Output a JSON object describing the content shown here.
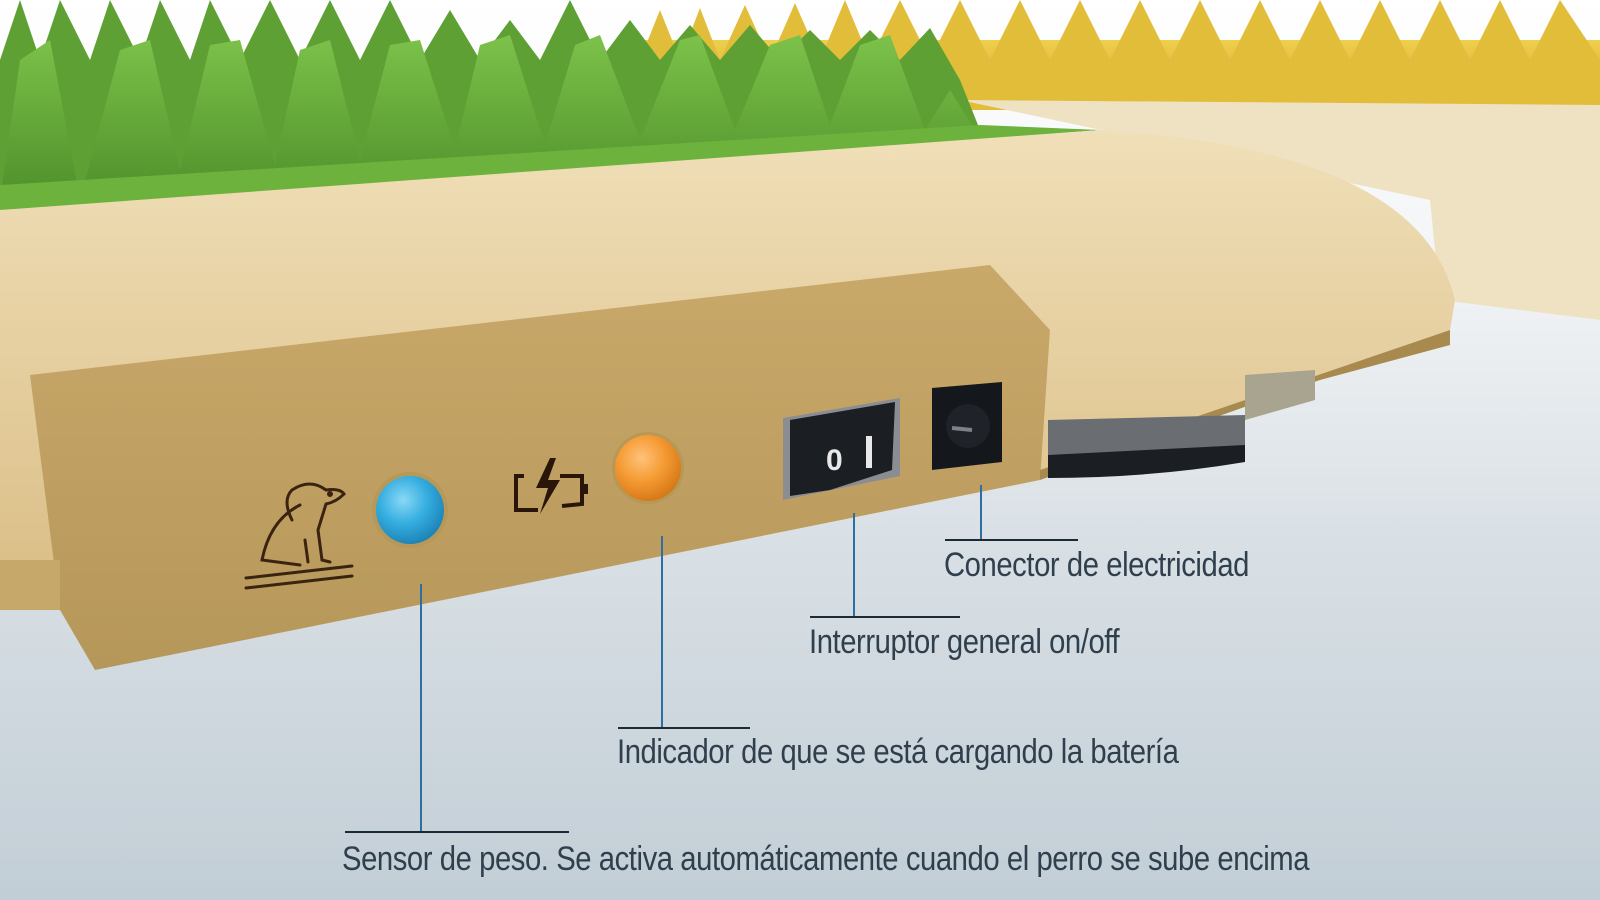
{
  "diagram": {
    "subject": "Alfombra de olfato para perro - panel de control",
    "colors": {
      "mat_green": "#6aae3a",
      "mat_yellow": "#e6c23e",
      "housing": "#d6b879",
      "housing_shadow": "#b89a5c",
      "led_blue": "#2fa9de",
      "led_orange": "#f49a30",
      "switch_black": "#1b1f24",
      "label_text": "#2f3f4d",
      "leader_line": "#2c6fa0"
    },
    "panel": {
      "icons": [
        {
          "name": "dog-on-mat-icon",
          "meaning": "sensor de peso"
        },
        {
          "name": "battery-charging-icon",
          "meaning": "carga de batería"
        }
      ],
      "leds": [
        {
          "name": "weight-sensor-led",
          "color": "blue"
        },
        {
          "name": "charging-led",
          "color": "orange"
        }
      ],
      "switch": {
        "off_symbol": "0",
        "on_symbol": "I"
      },
      "connector": "DC power jack"
    },
    "callouts": [
      {
        "id": "connector",
        "text": "Conector de electricidad"
      },
      {
        "id": "switch",
        "text": "Interruptor general on/off"
      },
      {
        "id": "charging",
        "text": "Indicador de que se está cargando la batería"
      },
      {
        "id": "sensor",
        "text": "Sensor de peso. Se activa automáticamente cuando el perro se sube encima"
      }
    ]
  }
}
